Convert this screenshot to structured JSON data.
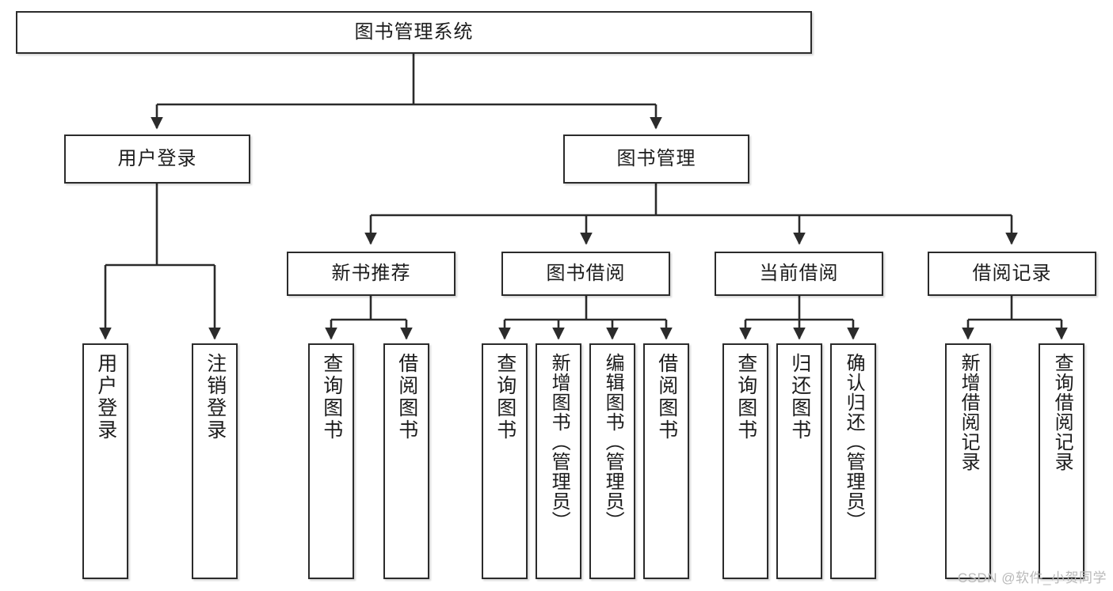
{
  "diagram": {
    "title": "图书管理系统",
    "type": "tree-hierarchy",
    "orientation": "top-down",
    "line_color": "#2b2b2b",
    "box_fill": "#ffffff",
    "text_color": "#1c1c1c"
  },
  "watermark": {
    "text": "CSDN @软件_小贺同学",
    "color": "#b9b9b9"
  },
  "nodes": {
    "root": {
      "label": "图书管理系统"
    },
    "level1": [
      {
        "label": "用户登录"
      },
      {
        "label": "图书管理"
      }
    ],
    "level2": [
      {
        "label": "新书推荐"
      },
      {
        "label": "图书借阅"
      },
      {
        "label": "当前借阅"
      },
      {
        "label": "借阅记录"
      }
    ],
    "leaves": {
      "user_login": [
        {
          "label": "用户登录"
        },
        {
          "label": "注销登录"
        }
      ],
      "new_book_recommend": [
        {
          "label": "查询图书"
        },
        {
          "label": "借阅图书"
        }
      ],
      "book_borrow": [
        {
          "label": "查询图书"
        },
        {
          "label": "新增图书（管理员）"
        },
        {
          "label": "编辑图书（管理员）"
        },
        {
          "label": "借阅图书"
        }
      ],
      "current_borrow": [
        {
          "label": "查询图书"
        },
        {
          "label": "归还图书"
        },
        {
          "label": "确认归还（管理员）"
        }
      ],
      "borrow_record": [
        {
          "label": "新增借阅记录"
        },
        {
          "label": "查询借阅记录"
        }
      ]
    }
  }
}
